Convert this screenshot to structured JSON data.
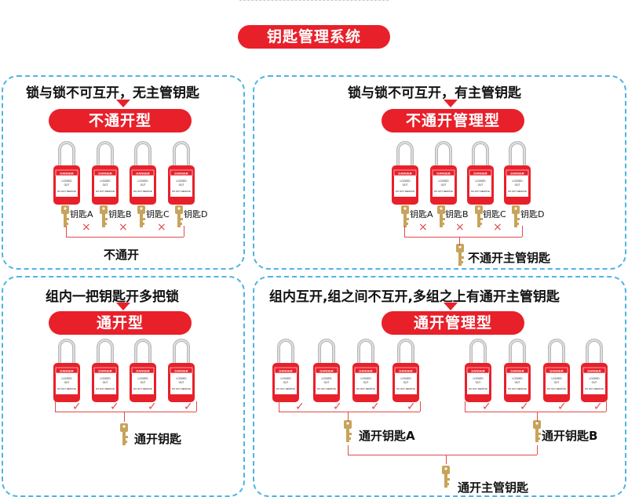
{
  "main_title": "钥匙管理系统",
  "panels": {
    "tl": {
      "heading": "锁与锁不可互开，无主管钥匙",
      "banner": "不通开型",
      "caption": "不通开",
      "keys": [
        "钥匙A",
        "钥匙B",
        "钥匙C",
        "钥匙D"
      ]
    },
    "tr": {
      "heading": "锁与锁不可互开，有主管钥匙",
      "banner": "不通开管理型",
      "caption": "不通开主管钥匙",
      "keys": [
        "钥匙A",
        "钥匙B",
        "钥匙C",
        "钥匙D"
      ]
    },
    "bl": {
      "heading": "组内一把钥匙开多把锁",
      "banner": "通开型",
      "caption": "通开钥匙"
    },
    "br": {
      "heading": "组内互开,组之间不互开,多组之上有通开主管钥匙",
      "banner": "通开管理型",
      "caption_a": "通开钥匙A",
      "caption_b": "通开钥匙B",
      "caption_master": "通开主管钥匙"
    }
  },
  "lock_label": {
    "danger": "DANGER",
    "line1": "LOCKED",
    "line2": "OUT",
    "line3": "DO NOT REMOVE"
  },
  "marks": {
    "cross": "×",
    "check": "✓"
  },
  "colors": {
    "red": "#e8202a",
    "panel_border": "#4fb3e3",
    "brass": "#c8a35a",
    "line": "#e24a4a"
  }
}
